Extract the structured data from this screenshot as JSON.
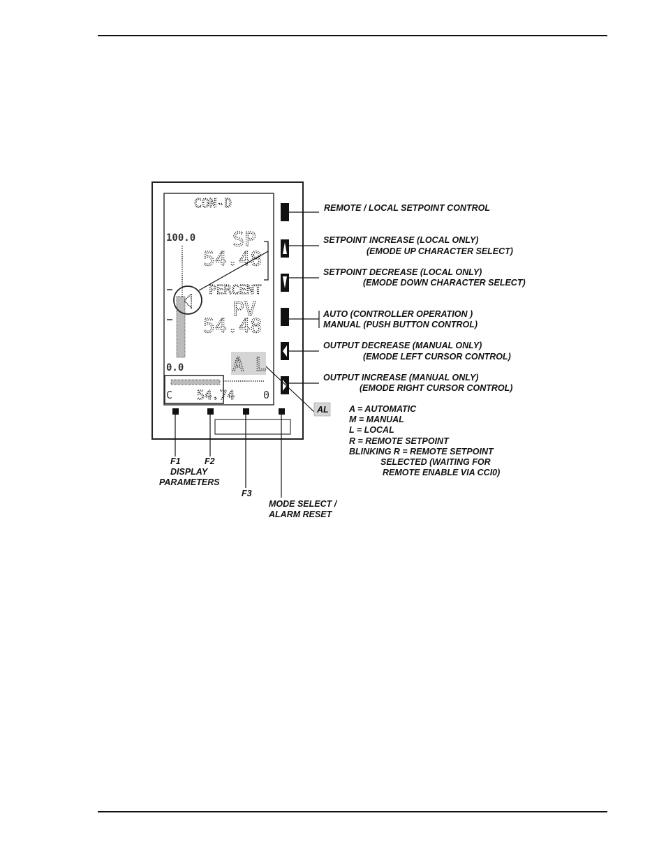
{
  "display": {
    "title": "CON-D",
    "scale_top": "100.0",
    "scale_bottom": "0.0",
    "sp_label": "SP",
    "sp_value": "54.48",
    "units_label": "PERCENT",
    "pv_label": "PV",
    "pv_value": "54.48",
    "mode_text": "A L",
    "output_value": "54.74",
    "output_left_char": "C",
    "output_right_char": "0",
    "pv_bar_level_percent": 54.48
  },
  "side_buttons": {
    "remote_local": "REMOTE  /  LOCAL  SETPOINT CONTROL",
    "sp_increase_1": "SETPOINT INCREASE (LOCAL ONLY)",
    "sp_increase_2": "(EMODE  UP CHARACTER SELECT)",
    "sp_decrease_1": "SETPOINT DECREASE (LOCAL ONLY)",
    "sp_decrease_2": "(EMODE DOWN CHARACTER SELECT)",
    "auto_manual_1": "AUTO (CONTROLLER OPERATION )",
    "auto_manual_2": "MANUAL (PUSH BUTTON CONTROL)",
    "out_decrease_1": "OUTPUT DECREASE (MANUAL ONLY)",
    "out_decrease_2": "(EMODE  LEFT CURSOR CONTROL)",
    "out_increase_1": "OUTPUT INCREASE (MANUAL ONLY)",
    "out_increase_2": "(EMODE RIGHT CURSOR CONTROL)"
  },
  "al_box": "AL",
  "legend": [
    "A = AUTOMATIC",
    "M = MANUAL",
    "L = LOCAL",
    "R = REMOTE SETPOINT",
    "BLINKING R = REMOTE  SETPOINT",
    "SELECTED  (WAITING  FOR",
    "REMOTE ENABLE  VIA CCI0)"
  ],
  "bottom_buttons": {
    "f1": "F1",
    "f1_desc_1": "DISPLAY",
    "f1_desc_2": "PARAMETERS",
    "f2": "F2",
    "f3": "F3",
    "f4_1": "MODE SELECT /",
    "f4_2": "ALARM RESET"
  }
}
